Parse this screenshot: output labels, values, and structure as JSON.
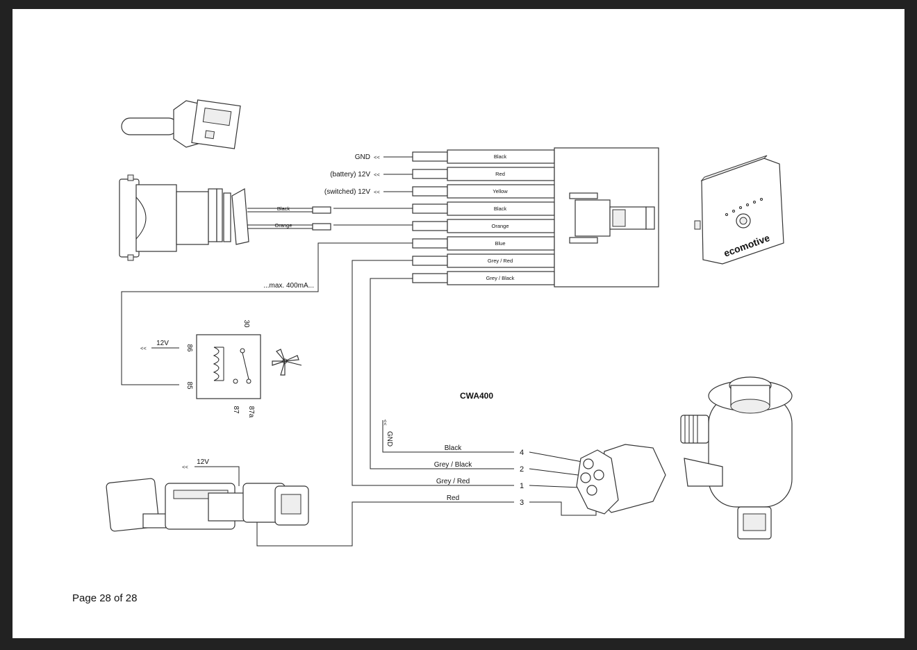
{
  "harness": {
    "labels": [
      "GND",
      "(battery) 12V",
      "(switched) 12V"
    ],
    "arrow": "<<",
    "wires": [
      "Black",
      "Red",
      "Yellow",
      "Black",
      "Orange",
      "Blue",
      "Grey / Red",
      "Grey / Black"
    ],
    "sensor_wires": [
      "Black",
      "Orange"
    ],
    "max_current": "...max. 400mA..."
  },
  "relay": {
    "pins": [
      "30",
      "86",
      "85",
      "87",
      "87a"
    ],
    "supply": "12V",
    "arrow": "<<"
  },
  "pump": {
    "title": "CWA400",
    "gnd_label": "GND",
    "gnd_arrow": "<<",
    "wires": [
      "Black",
      "Grey / Black",
      "Grey / Red",
      "Red"
    ],
    "pins": [
      "4",
      "2",
      "1",
      "3"
    ]
  },
  "connector": {
    "supply": "12V",
    "arrow": "<<"
  },
  "controller": {
    "brand": "ecomotive"
  },
  "footer": {
    "page": "Page 28 of 28"
  }
}
